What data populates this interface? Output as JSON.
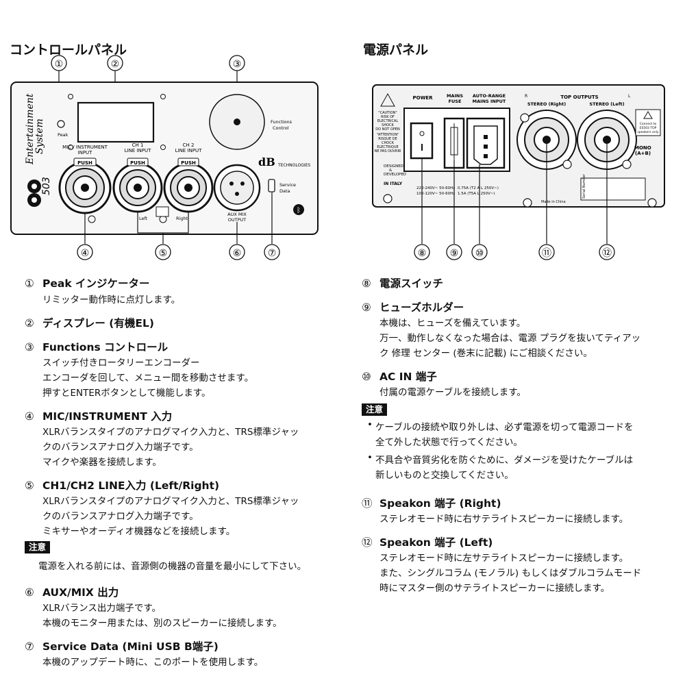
{
  "control_panel": {
    "title": "コントロールパネル",
    "labels": {
      "brand1": "Entertainment",
      "brand2": "System",
      "model": "503",
      "peak": "Peak",
      "mic_input": "MIC / INSTRUMENT",
      "mic_input2": "INPUT",
      "ch1": "CH 1",
      "ch1b": "LINE INPUT",
      "ch2": "CH 2",
      "ch2b": "LINE INPUT",
      "push": "PUSH",
      "functions1": "Functions",
      "functions2": "Control",
      "aux1": "AUX MIX",
      "aux2": "OUTPUT",
      "service1": "Service",
      "service2": "Data",
      "left": "Left",
      "right": "Right",
      "db": "dB",
      "tech": "TECHNOLOGIES"
    }
  },
  "power_panel": {
    "title": "電源パネル",
    "labels": {
      "power": "POWER",
      "mains1": "MAINS",
      "mains2": "FUSE",
      "auto1": "AUTO-RANGE",
      "auto2": "MAINS INPUT",
      "top_outputs": "TOP OUTPUTS",
      "stereo_right": "STEREO (Right)",
      "stereo_left": "STEREO (Left)",
      "mono1": "MONO",
      "mono2": "(A+B)",
      "designed1": "DESIGNED",
      "designed2": "&",
      "designed3": "DEVELOPED",
      "designed4": "IN ITALY",
      "made_in": "Made in China",
      "serial": "Serial Number",
      "r": "R",
      "l": "L",
      "caution1": "\"CAUTION\"",
      "caution2": "RISK OF",
      "caution3": "ELECTRICAL",
      "caution4": "SHOCK",
      "caution5": "DO NOT OPEN",
      "attention1": "\"ATTENTION\"",
      "attention2": "RISQUE DE",
      "attention3": "CHOCK",
      "attention4": "ELECTRIQUE",
      "attention5": "NE PAS OUVRIR",
      "connect1": "Connect to",
      "connect2": "ES503 TOP",
      "connect3": "speakers only",
      "rating1": "220-240V~ 50-60Hz",
      "rating2": "100-120V~ 50-60Hz",
      "fuse1": "0.75A (T2 A L 250V~)",
      "fuse2": "1.5A (T5A L 250V~)"
    }
  },
  "callouts": [
    "①",
    "②",
    "③",
    "④",
    "⑤",
    "⑥",
    "⑦",
    "⑧",
    "⑨",
    "⑩",
    "⑪",
    "⑫"
  ],
  "left_entries": [
    {
      "num": "①",
      "title": "Peak インジケーター",
      "lines": [
        "リミッター動作時に点灯します。"
      ]
    },
    {
      "num": "②",
      "title": "ディスプレー (有機EL)",
      "lines": []
    },
    {
      "num": "③",
      "title": "Functions コントロール",
      "lines": [
        "スイッチ付きロータリーエンコーダー",
        "エンコーダを回して、メニュー間を移動させます。",
        "押すとENTERボタンとして機能します。"
      ]
    },
    {
      "num": "④",
      "title": "MIC/INSTRUMENT 入力",
      "lines": [
        "XLRバランスタイプのアナログマイク入力と、TRS標準ジャッ",
        "クのバランスアナログ入力端子です。",
        "マイクや楽器を接続します。"
      ]
    },
    {
      "num": "⑤",
      "title": "CH1/CH2 LINE入力 (Left/Right)",
      "lines": [
        "XLRバランスタイプのアナログマイク入力と、TRS標準ジャッ",
        "クのバランスアナログ入力端子です。",
        "ミキサーやオーディオ機器などを接続します。"
      ]
    },
    {
      "num": "⑥",
      "title": "AUX/MIX 出力",
      "lines": [
        "XLRバランス出力端子です。",
        "本機のモニター用または、別のスピーカーに接続します。"
      ]
    },
    {
      "num": "⑦",
      "title": "Service Data (Mini USB B端子)",
      "lines": [
        "本機のアップデート時に、このポートを使用します。"
      ]
    }
  ],
  "left_caution": {
    "label": "注意",
    "text": "電源を入れる前には、音源側の機器の音量を最小にして下さい。"
  },
  "right_entries": [
    {
      "num": "⑧",
      "title": "電源スイッチ",
      "lines": []
    },
    {
      "num": "⑨",
      "title": "ヒューズホルダー",
      "lines": [
        "本機は、ヒューズを備えています。",
        "万一、動作しなくなった場合は、電源 プラグを抜いてティアッ",
        "ク 修理 センター (巻末に記載) にご相談ください。"
      ]
    },
    {
      "num": "⑩",
      "title": "AC IN 端子",
      "lines": [
        "付属の電源ケーブルを接続します。"
      ]
    },
    {
      "num": "⑪",
      "title": "Speakon 端子 (Right)",
      "lines": [
        "ステレオモード時に右サテライトスピーカーに接続します。"
      ]
    },
    {
      "num": "⑫",
      "title": "Speakon 端子 (Left)",
      "lines": [
        "ステレオモード時に左サテライトスピーカーに接続します。",
        "また、シングルコラム (モノラル) もしくはダブルコラムモード",
        "時にマスター側のサテライトスピーカーに接続します。"
      ]
    }
  ],
  "right_caution": {
    "label": "注意",
    "bullets": [
      [
        "ケーブルの接続や取り外しは、必ず電源を切って電源コードを",
        "全て外した状態で行ってください。"
      ],
      [
        "不具合や音質劣化を防ぐために、ダメージを受けたケーブルは",
        "新しいものと交換してください。"
      ]
    ]
  }
}
